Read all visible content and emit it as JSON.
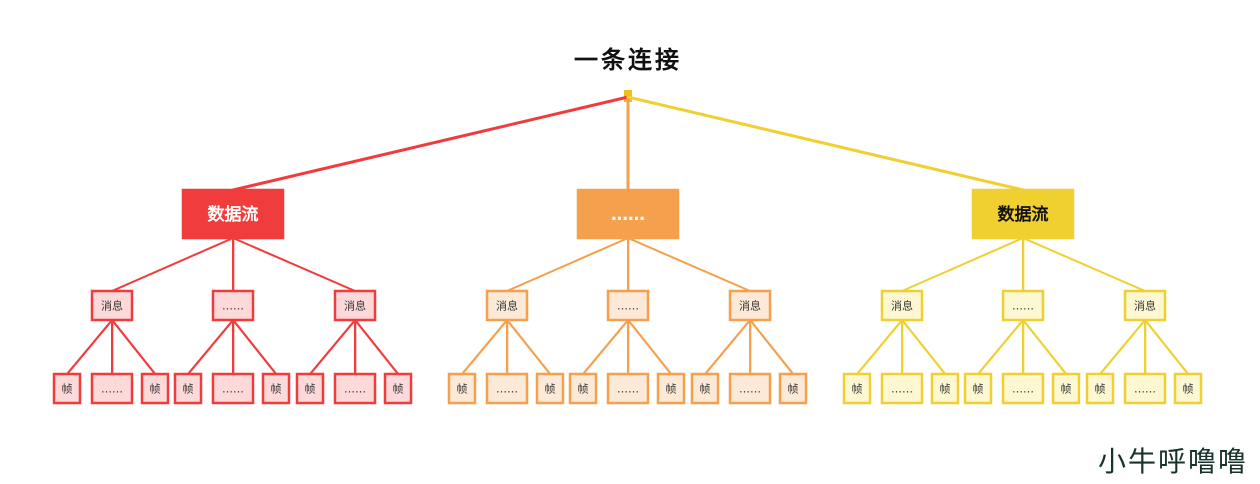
{
  "title": "一条连接",
  "watermark": "小牛呼噜噜",
  "streams": [
    {
      "label": "数据流",
      "color": "#f03c3c",
      "fill": "#fdd9d9",
      "text_color": "#ffffff",
      "messages": [
        {
          "label": "消息",
          "frames": [
            "帧",
            "……",
            "帧"
          ]
        },
        {
          "label": "……",
          "frames": [
            "帧",
            "……",
            "帧"
          ]
        },
        {
          "label": "消息",
          "frames": [
            "帧",
            "……",
            "帧"
          ]
        }
      ]
    },
    {
      "label": "……",
      "color": "#f4a04c",
      "fill": "#fde9d8",
      "text_color": "#ffffff",
      "messages": [
        {
          "label": "消息",
          "frames": [
            "帧",
            "……",
            "帧"
          ]
        },
        {
          "label": "……",
          "frames": [
            "帧",
            "……",
            "帧"
          ]
        },
        {
          "label": "消息",
          "frames": [
            "帧",
            "……",
            "帧"
          ]
        }
      ]
    },
    {
      "label": "数据流",
      "color": "#f0d030",
      "fill": "#fdf7d2",
      "text_color": "#111111",
      "messages": [
        {
          "label": "消息",
          "frames": [
            "帧",
            "……",
            "帧"
          ]
        },
        {
          "label": "……",
          "frames": [
            "帧",
            "……",
            "帧"
          ]
        },
        {
          "label": "消息",
          "frames": [
            "帧",
            "……",
            "帧"
          ]
        }
      ]
    }
  ]
}
